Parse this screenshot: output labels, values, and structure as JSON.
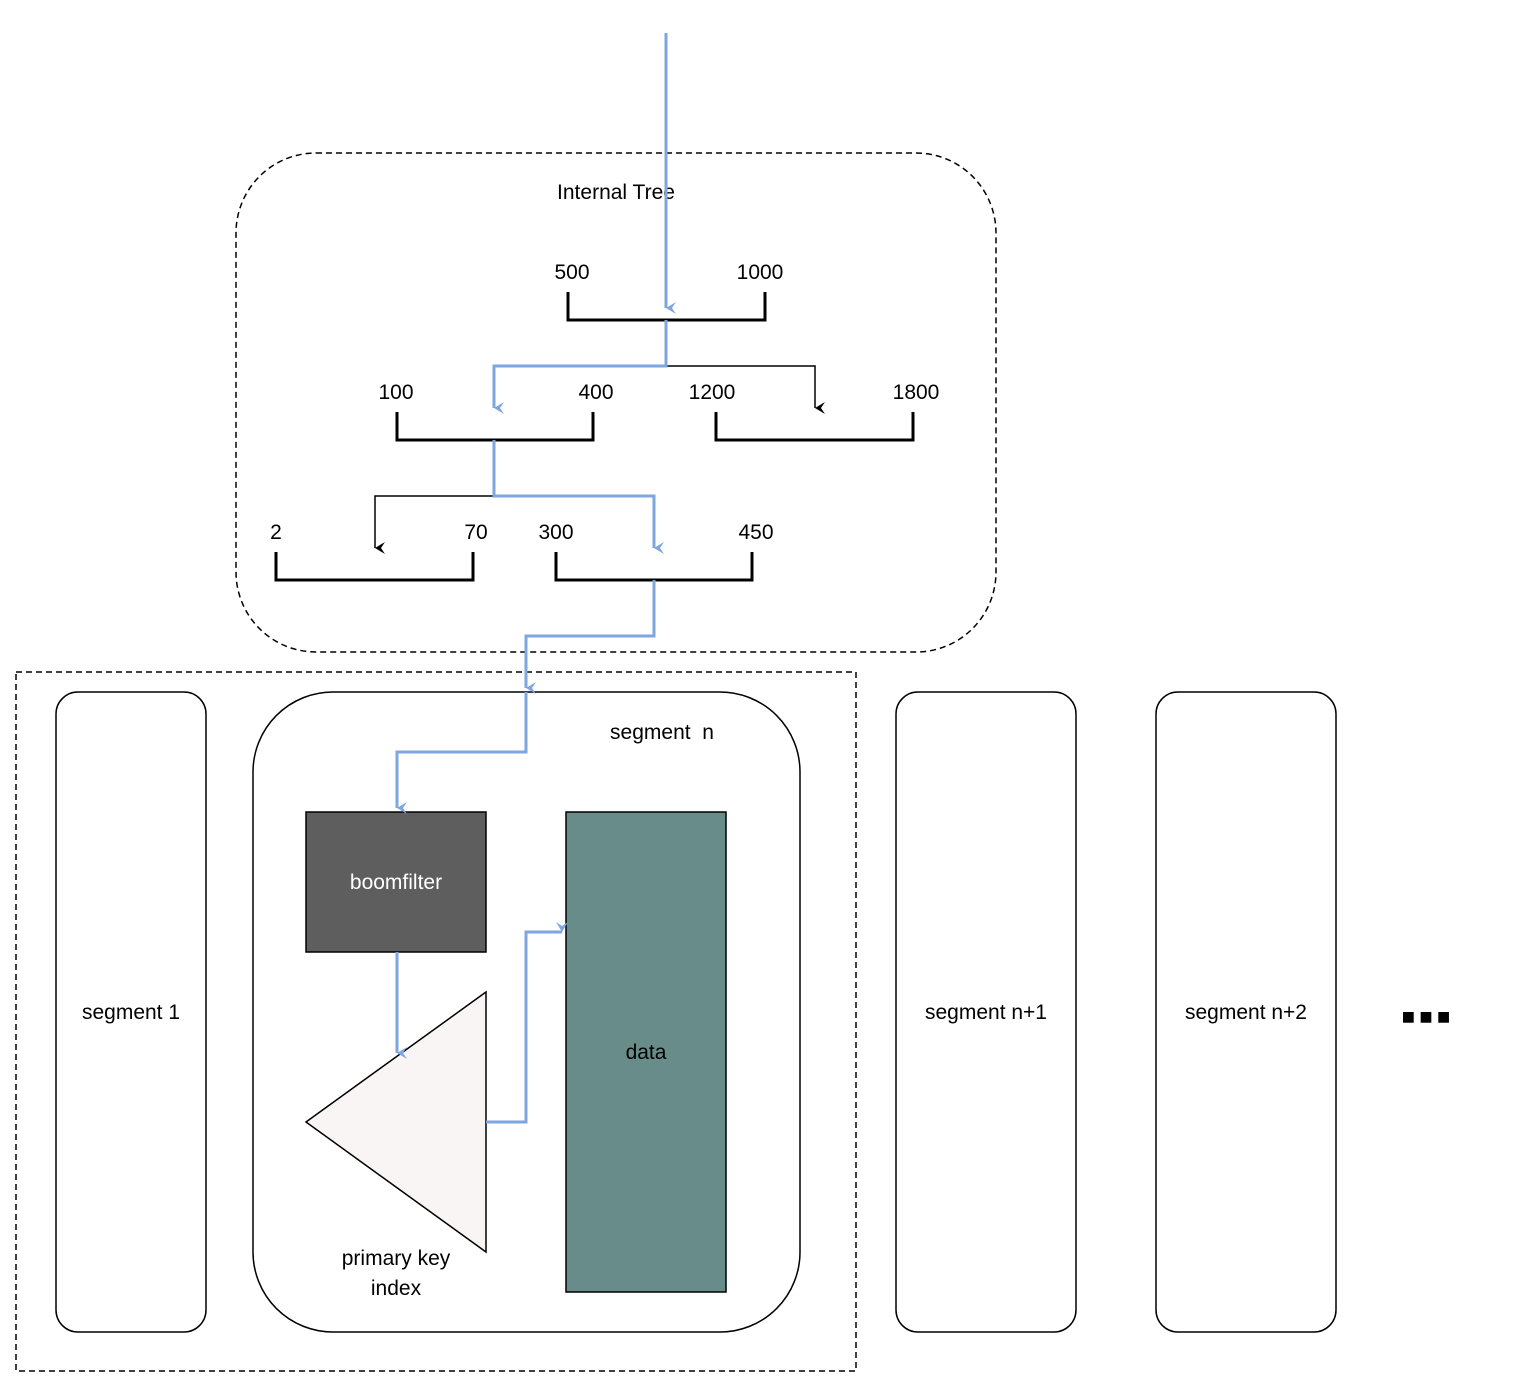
{
  "internal_tree": {
    "title": "Internal Tree",
    "root": {
      "left_key": "500",
      "right_key": "1000"
    },
    "level2_left": {
      "left_key": "100",
      "right_key": "400"
    },
    "level2_right": {
      "left_key": "1200",
      "right_key": "1800"
    },
    "level3_left": {
      "left_key": "2",
      "right_key": "70"
    },
    "level3_right": {
      "left_key": "300",
      "right_key": "450"
    }
  },
  "segments": {
    "segment_1": "segment 1",
    "segment_n": "segment  n",
    "segment_n1": "segment n+1",
    "segment_n2": "segment n+2",
    "ellipsis": "■ ■ ■"
  },
  "segment_n_parts": {
    "bloom_filter": "boomfilter",
    "pk_index_line1": "primary key",
    "pk_index_line2": "index",
    "data": "data"
  },
  "colors": {
    "path": "#7EA6E0",
    "bloom_filter_fill": "#5F5E5F",
    "data_fill": "#678C89",
    "pk_index_fill": "#FAF5F5"
  }
}
